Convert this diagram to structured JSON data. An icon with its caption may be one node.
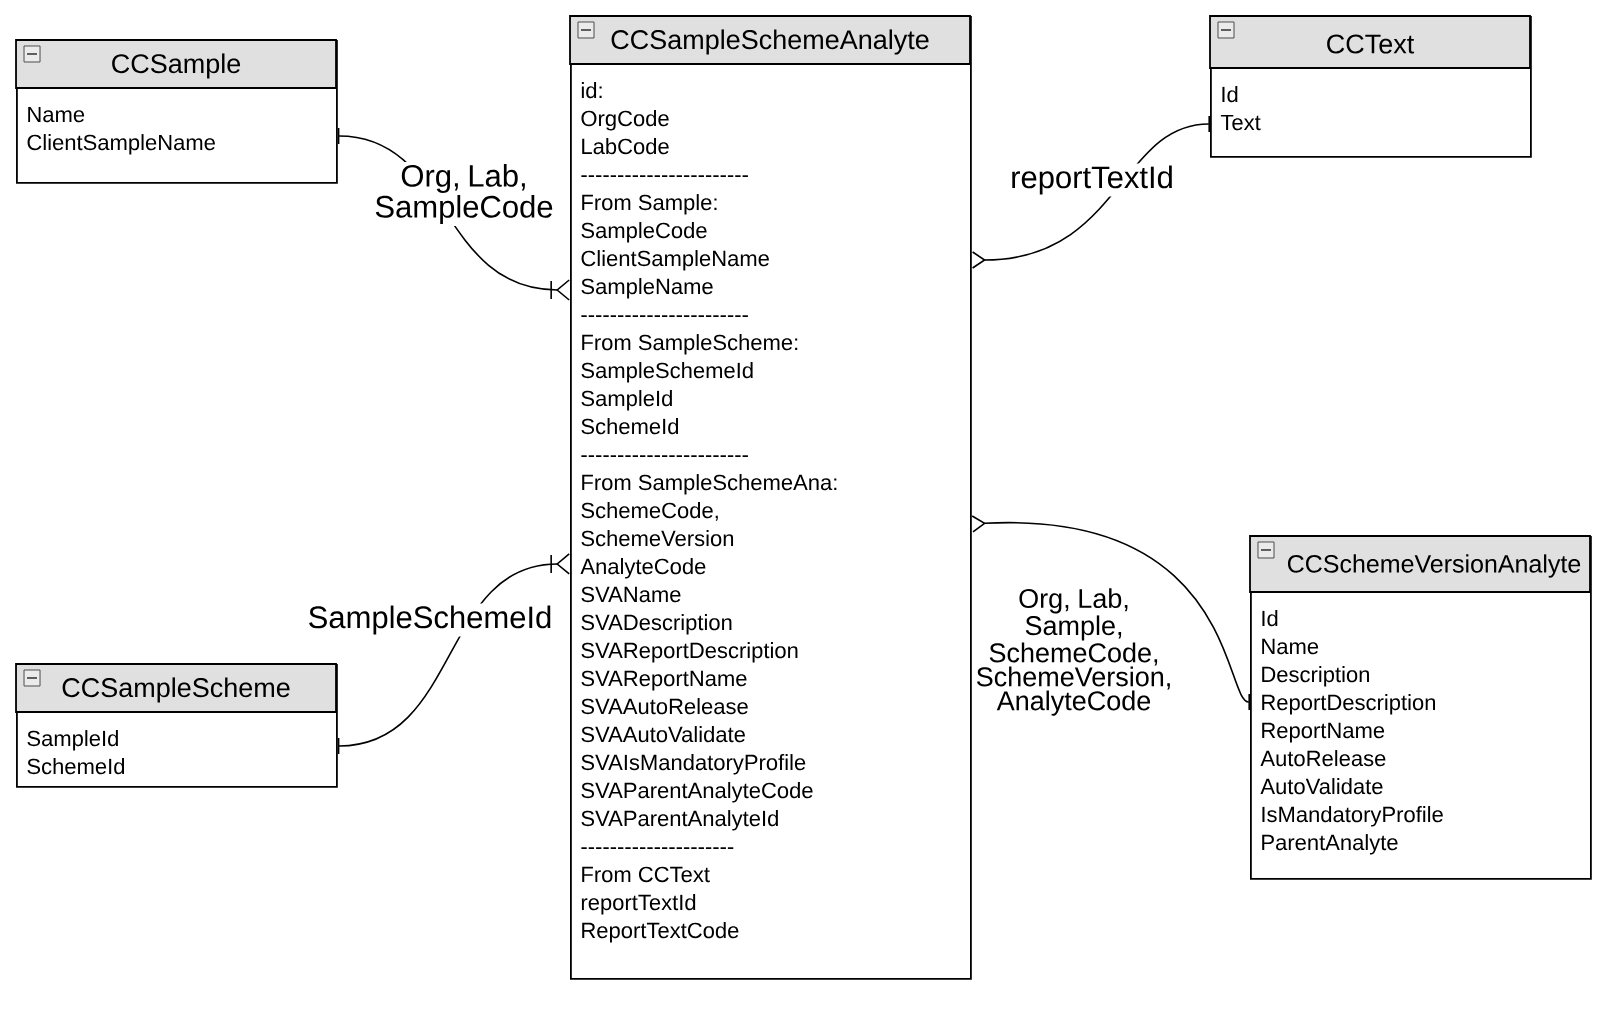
{
  "diagram": {
    "nodes": [
      {
        "text": [
          "CCSample",
          "Name",
          "ClientSampleName"
        ]
      },
      {
        "text": [
          "CCSampleSchemeAnalyte",
          "id:",
          "OrgCode",
          "LabCode",
          "-----------------------",
          "From Sample:",
          "SampleCode",
          "ClientSampleName",
          "SampleName",
          "-----------------------",
          "From SampleScheme:",
          "SampleSchemeId",
          "SampleId",
          "SchemeId",
          "-----------------------",
          "From SampleSchemeAna:",
          "SchemeCode,",
          "SchemeVersion",
          "AnalyteCode",
          "SVAName",
          "SVADescription",
          "SVAReportDescription",
          "SVAReportName",
          "SVAAutoRelease",
          "SVAAutoValidate",
          "SVAIsMandatoryProfile",
          "SVAParentAnalyteCode",
          "SVAParentAnalyteId",
          "---------------------",
          "From CCText",
          "reportTextId",
          "ReportTextCode"
        ]
      },
      {
        "text": [
          "CCText",
          "Id",
          "Text"
        ]
      },
      {
        "text": [
          "CCSchemeVersionAnalyte",
          "Id",
          "Name",
          "Description",
          "ReportDescription",
          "ReportName",
          "AutoRelease",
          "AutoValidate",
          "IsMandatoryProfile",
          "ParentAnalyte"
        ]
      },
      {
        "text": [
          "CCSampleScheme",
          "SampleId",
          "SchemeId"
        ]
      }
    ],
    "edges": [
      {
        "from": 0,
        "to": 1,
        "arrow": "other",
        "label": "Org, Lab, SampleCode"
      },
      {
        "from": 2,
        "to": 1,
        "arrow": "other",
        "label": "reportTextId"
      },
      {
        "from": 3,
        "to": 1,
        "arrow": "other",
        "label": "Org, Lab, Sample, SchemeCode, SchemeVersion, AnalyteCode"
      },
      {
        "from": 4,
        "to": 1,
        "arrow": "other",
        "label": "SampleSchemeId"
      }
    ]
  }
}
